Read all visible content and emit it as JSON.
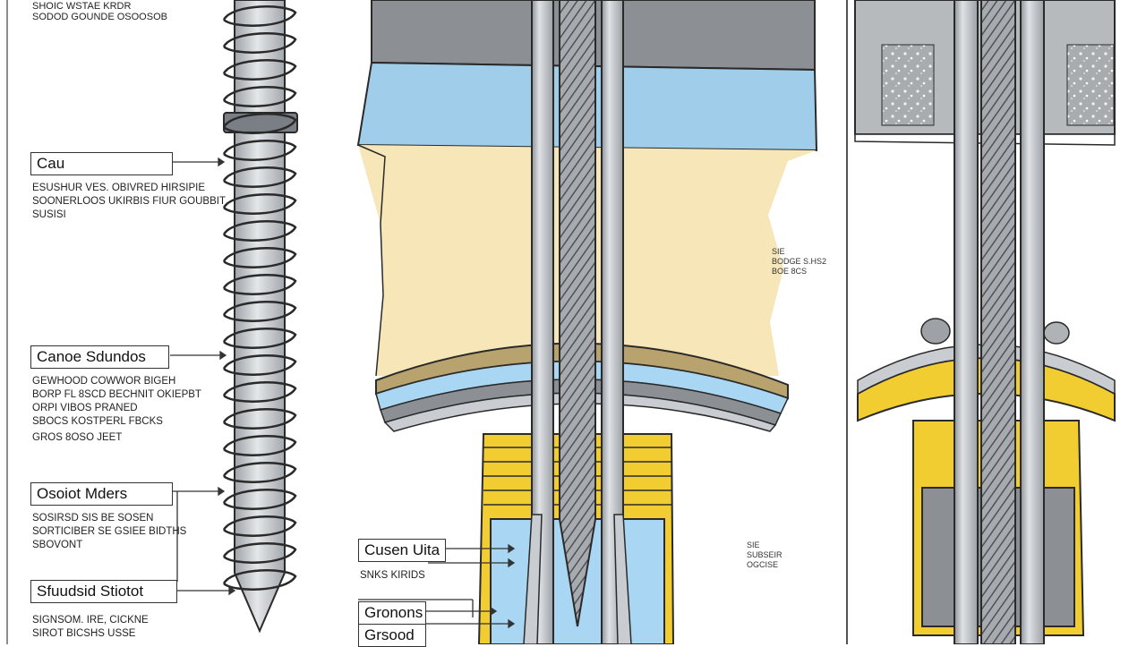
{
  "left_panel": {
    "top_note": "SHOIC WSTAE KRDR",
    "top_note_2": "SODOD GOUNDE OSOOSOB",
    "callouts": [
      {
        "label": "Cau",
        "lines": [
          "ESUSHUR VES. OBIVRED HIRSIPIE",
          "SOONERLOOS UKIRBIS FIUR GOUBBIT",
          "SUSISI"
        ]
      },
      {
        "label": "Canoe Sdundos",
        "lines": [
          "GEWHOOD COWWOR BIGEH",
          "BORP FL 8SCD BECHNIT OKIEPBT",
          "ORPI VIBOS PRANED",
          "SBOCS KOSTPERL FBCKS",
          "GROS 8OSO JEET"
        ]
      },
      {
        "label": "Osoiot Mders",
        "lines": [
          "SOSIRSD SIS BE SOSEN",
          "SORTICIBER SE GSIEE BIDTHS",
          "SBOVONT"
        ]
      },
      {
        "label": "Sfuudsid Stiotot",
        "lines": [
          "SIGNSOM. IRE, CICKNE",
          "SIROT BICSHS USSE"
        ]
      }
    ]
  },
  "middle_panel": {
    "side_note": [
      "SIE",
      "BODGE S.HS2",
      "BOE 8CS"
    ],
    "bottom_note": [
      "SIE",
      "SUBSEIR",
      "OGCISE"
    ],
    "callouts": [
      {
        "label": "Cusen Uita",
        "sub": "SNKS KIRIDS"
      },
      {
        "label": "Gronons",
        "sub": ""
      },
      {
        "label": "Grsood",
        "sub": ""
      }
    ]
  },
  "colors": {
    "outline": "#2a2a2a",
    "rod": "#c9ccd0",
    "rod_dark": "#7d8287",
    "gray_band": "#8c8f93",
    "blue_band": "#9fcdea",
    "sand": "#f7e6b8",
    "yellow": "#f2cd32",
    "light_blue": "#a9d6f3"
  }
}
